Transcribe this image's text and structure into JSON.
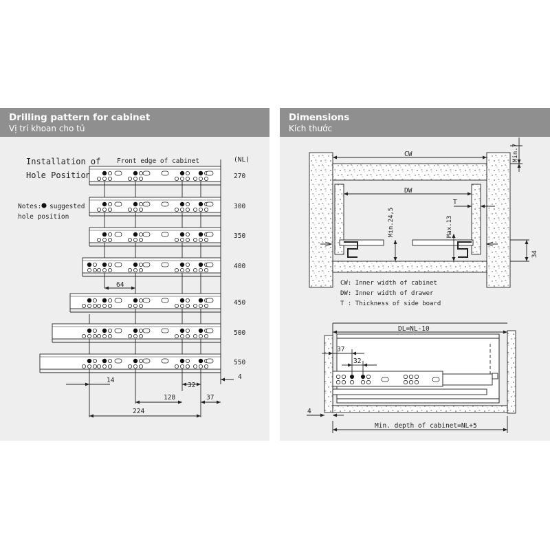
{
  "left_panel": {
    "title": "Drilling pattern for cabinet",
    "subtitle": "Vị trí khoan cho tủ",
    "installation_line1": "Installation of",
    "installation_line2": "Hole Position",
    "front_edge_label": "Front edge of cabinet",
    "nl_header": "(NL)",
    "notes_prefix": "Notes:",
    "notes_suffix": "suggested",
    "notes_line2": "hole position",
    "rail_lengths": [
      "270",
      "300",
      "350",
      "400",
      "450",
      "500",
      "550"
    ],
    "dimensions": {
      "d64": "64",
      "d14": "14",
      "d32": "32",
      "d4": "4",
      "d128": "128",
      "d37": "37",
      "d224": "224"
    }
  },
  "right_panel": {
    "title": "Dimensions",
    "subtitle": "Kích thước",
    "cw_label": "CW",
    "dw_label": "DW",
    "t_label": "T",
    "min7_label": "Min.7",
    "min245_label": "Min.24,5",
    "max13_label": "Max.13",
    "d34_label": "34",
    "legend": [
      "CW: Inner width of cabinet",
      "DW: Inner width of drawer",
      "T : Thickness of side board"
    ],
    "dl_label": "DL=NL-10",
    "d37": "37",
    "d32": "32",
    "d4": "4",
    "min_depth_label": "Min. depth of cabinet=NL+5"
  },
  "colors": {
    "header_bg": "#8f8f8f",
    "panel_bg": "#eeeeee",
    "line": "#222222"
  }
}
